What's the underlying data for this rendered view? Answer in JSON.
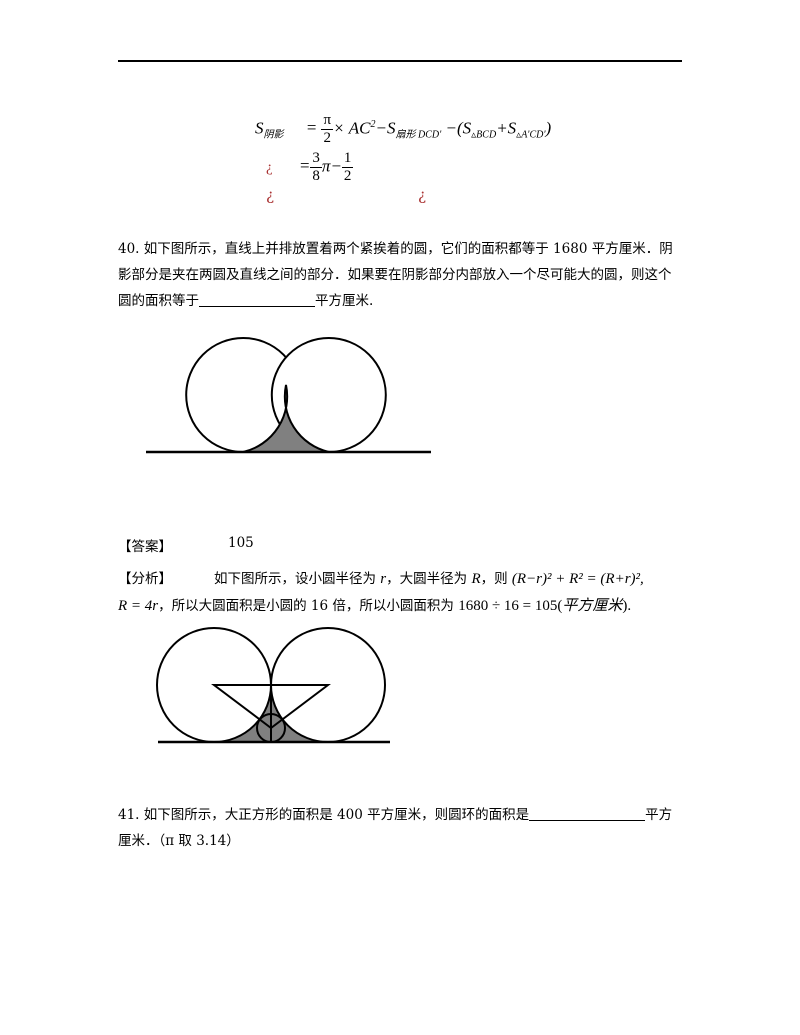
{
  "formula": {
    "line1": {
      "s": "S",
      "s_sub": "阴影",
      "eq": "=",
      "pi": "π",
      "frac_den": "2",
      "times_ac": "× AC",
      "sq": "2",
      "minus": "−",
      "s2": "S",
      "s2_sub": "扇形 DCD'",
      "minus2": "−(",
      "s3": "S",
      "s3_sub": "▵BCD",
      "plus": "+",
      "s4": "S",
      "s4_sub": "▵A'CD'",
      "close": ")"
    },
    "line2": {
      "mark": "¿",
      "eq": "=",
      "frac1_num": "3",
      "frac1_den": "8",
      "pi": "π",
      "minus": "−",
      "frac2_num": "1",
      "frac2_den": "2"
    },
    "line3": {
      "mark_left": "¿",
      "mark_right": "¿"
    }
  },
  "q40": {
    "line1": "40. 如下图所示，直线上并排放置着两个紧挨着的圆，它们的面积都等于  1680  平方厘米．阴",
    "line2": "影部分是夹在两圆及直线之间的部分．如果要在阴影部分内部放入一个尽可能大的圆，则这个",
    "line3_prefix": "圆的面积等于",
    "line3_suffix": "平方厘米."
  },
  "answer": {
    "label": "【答案】",
    "value": "105"
  },
  "analysis": {
    "label": "【分析】",
    "text1": "如下图所示，设小圆半径为",
    "r": "r",
    "text2": "，大圆半径为",
    "R": "R",
    "text3": "，则",
    "eq1": "(R−r)² + R² = (R+r)²,",
    "eq2": "R = 4r",
    "text4": "，所以大圆面积是小圆的  16  倍，所以小圆面积为",
    "eq3": "1680 ÷ 16 = 105(",
    "unit": "平方厘米",
    "close": ")."
  },
  "q41": {
    "line1_prefix": "41. 如下图所示，大正方形的面积是  400  平方厘米，则圆环的面积是",
    "line1_suffix": "平方",
    "line2": "厘米．（π  取  3.14）"
  },
  "colors": {
    "shade": "#808080",
    "line": "#000000",
    "mark": "#a33333"
  }
}
